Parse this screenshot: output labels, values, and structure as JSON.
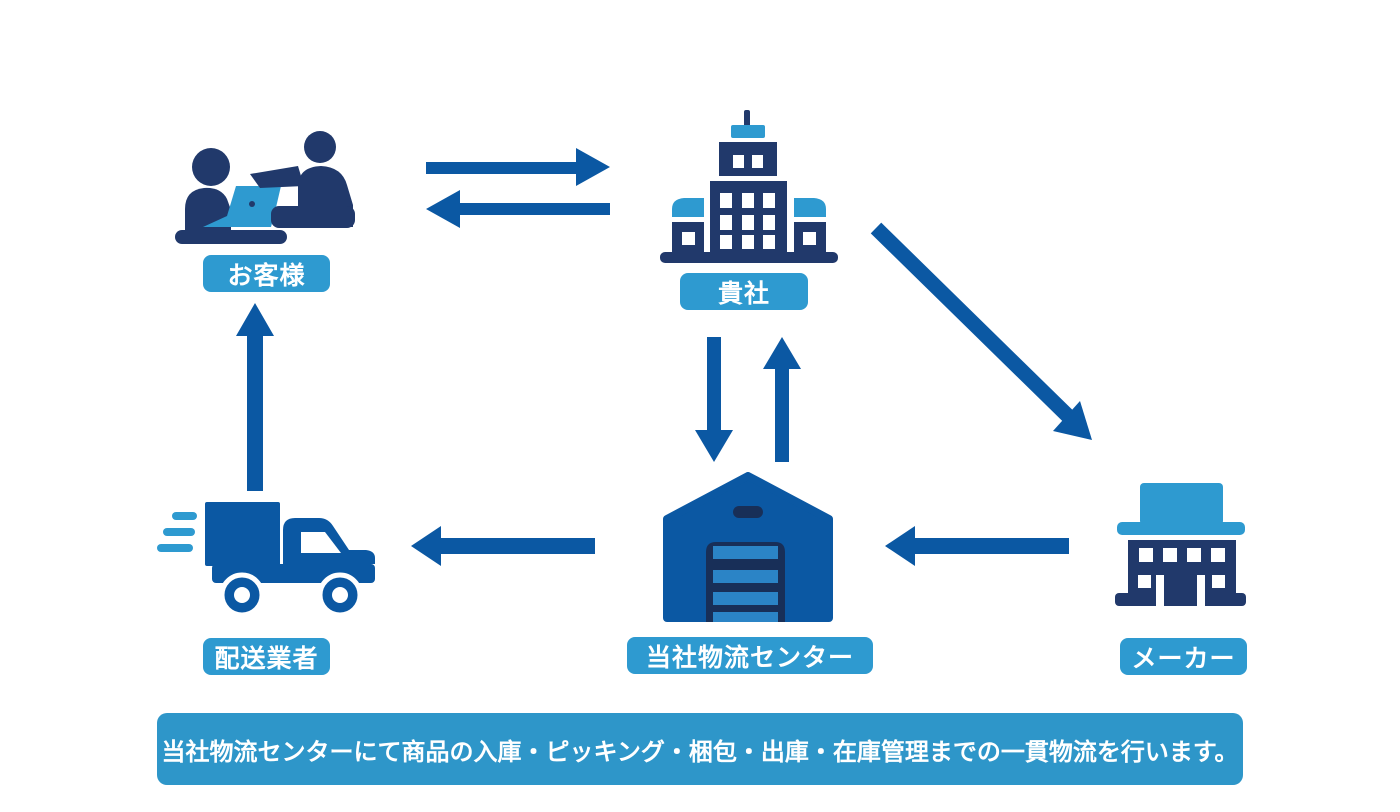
{
  "colors": {
    "navy": "#21396B",
    "blue": "#0B58A3",
    "light_blue": "#2E9AD0",
    "banner_blue": "#2E96C9",
    "door_stripe_blue": "#2B84C6",
    "door_navy": "#182F58",
    "label_text": "#FFFFFF"
  },
  "nodes": {
    "customer": {
      "label": "お客様",
      "icon": "customers-at-laptop-icon"
    },
    "company": {
      "label": "貴社",
      "icon": "office-building-icon"
    },
    "warehouse": {
      "label": "当社物流センター",
      "icon": "warehouse-icon"
    },
    "carrier": {
      "label": "配送業者",
      "icon": "delivery-truck-icon"
    },
    "maker": {
      "label": "メーカー",
      "icon": "factory-icon"
    }
  },
  "flows": [
    {
      "from": "お客様",
      "to": "貴社"
    },
    {
      "from": "貴社",
      "to": "お客様"
    },
    {
      "from": "貴社",
      "to": "当社物流センター"
    },
    {
      "from": "当社物流センター",
      "to": "貴社"
    },
    {
      "from": "貴社",
      "to": "メーカー"
    },
    {
      "from": "メーカー",
      "to": "当社物流センター"
    },
    {
      "from": "当社物流センター",
      "to": "配送業者"
    },
    {
      "from": "配送業者",
      "to": "お客様"
    }
  ],
  "banner": {
    "text": "当社物流センターにて商品の入庫・ピッキング・梱包・出庫・在庫管理までの一貫物流を行います。"
  }
}
